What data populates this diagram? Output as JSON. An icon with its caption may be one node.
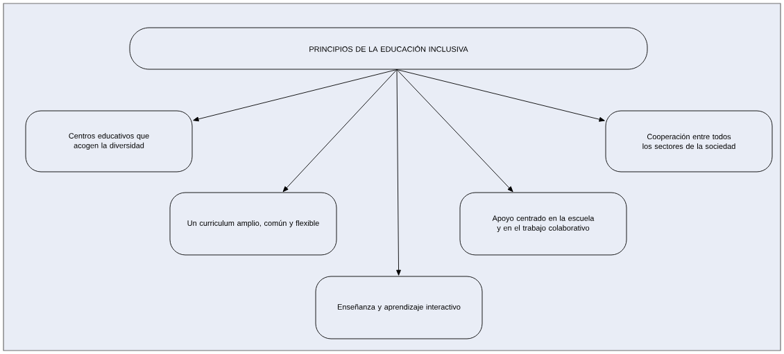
{
  "diagram": {
    "nodes": [
      {
        "text": [
          "PRINCIPIOS DE LA EDUCACIÓN INCLUSIVA"
        ]
      },
      {
        "text": [
          "Centros educativos que acogen la diversidad"
        ]
      },
      {
        "text": [
          "Un curriculum amplio, común y flexible"
        ]
      },
      {
        "text": [
          "Enseñanza y aprendizaje interactivo"
        ]
      },
      {
        "text": [
          "Apoyo centrado en la escuela y en el trabajo colaborativo"
        ]
      },
      {
        "text": [
          "Cooperación entre todos los sectores de la sociedad"
        ]
      }
    ],
    "edges": [
      {
        "from": 0,
        "to": 1,
        "arrow": "to"
      },
      {
        "from": 0,
        "to": 2,
        "arrow": "to"
      },
      {
        "from": 0,
        "to": 3,
        "arrow": "to"
      },
      {
        "from": 0,
        "to": 4,
        "arrow": "to"
      },
      {
        "from": 0,
        "to": 5,
        "arrow": "to"
      }
    ]
  }
}
